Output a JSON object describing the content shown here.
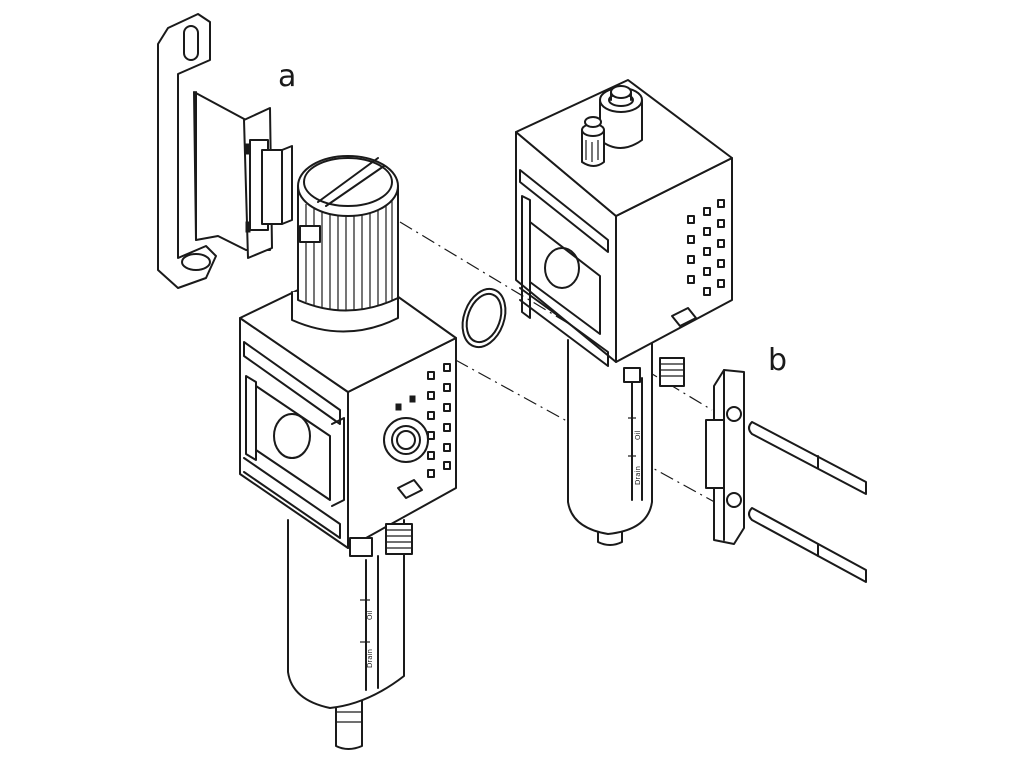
{
  "callouts": {
    "a": "a",
    "b": "b"
  },
  "bowl_labels": {
    "oil": "Oil",
    "drain": "Drain"
  },
  "colors": {
    "line": "#1a1a1a",
    "background": "#ffffff"
  }
}
